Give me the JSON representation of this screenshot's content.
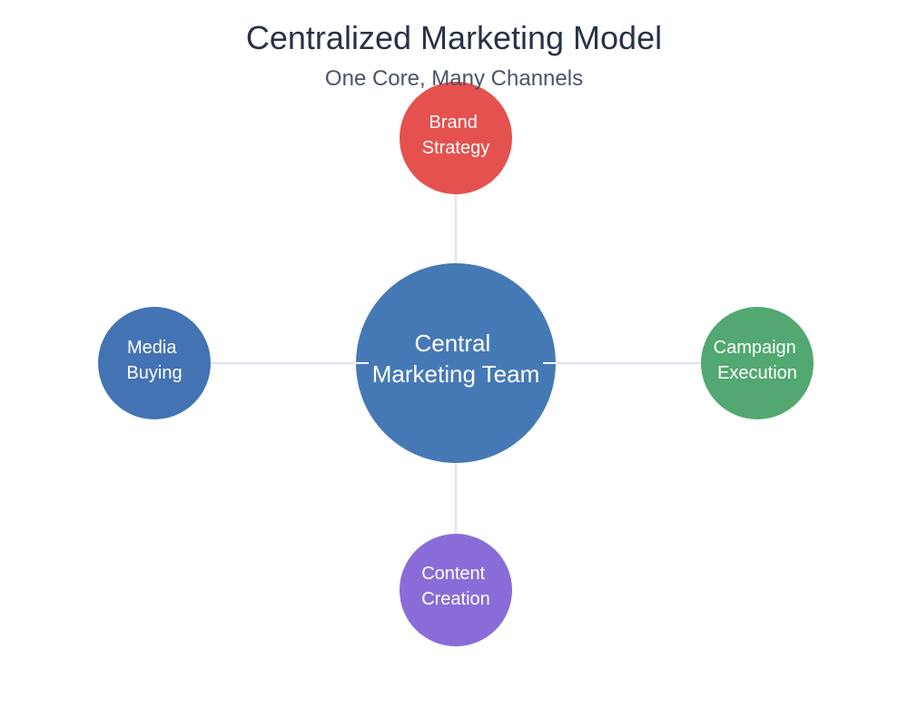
{
  "title": "Centralized Marketing Model",
  "subtitle": "One Core, Many Channels",
  "center": {
    "lines": [
      "Central",
      "Marketing Team"
    ],
    "color": "#4579b5"
  },
  "nodes": [
    {
      "id": "brand-strategy",
      "lines": [
        "Brand",
        "Strategy"
      ],
      "color": "#e4514f"
    },
    {
      "id": "media-buying",
      "lines": [
        "Media",
        "Buying"
      ],
      "color": "#4473b3"
    },
    {
      "id": "campaign-execution",
      "lines": [
        "Campaign",
        "Execution"
      ],
      "color": "#52a870"
    },
    {
      "id": "content-creation",
      "lines": [
        "Content",
        "Creation"
      ],
      "color": "#8a6cd9"
    }
  ],
  "connector_color": "#dfe6ef"
}
